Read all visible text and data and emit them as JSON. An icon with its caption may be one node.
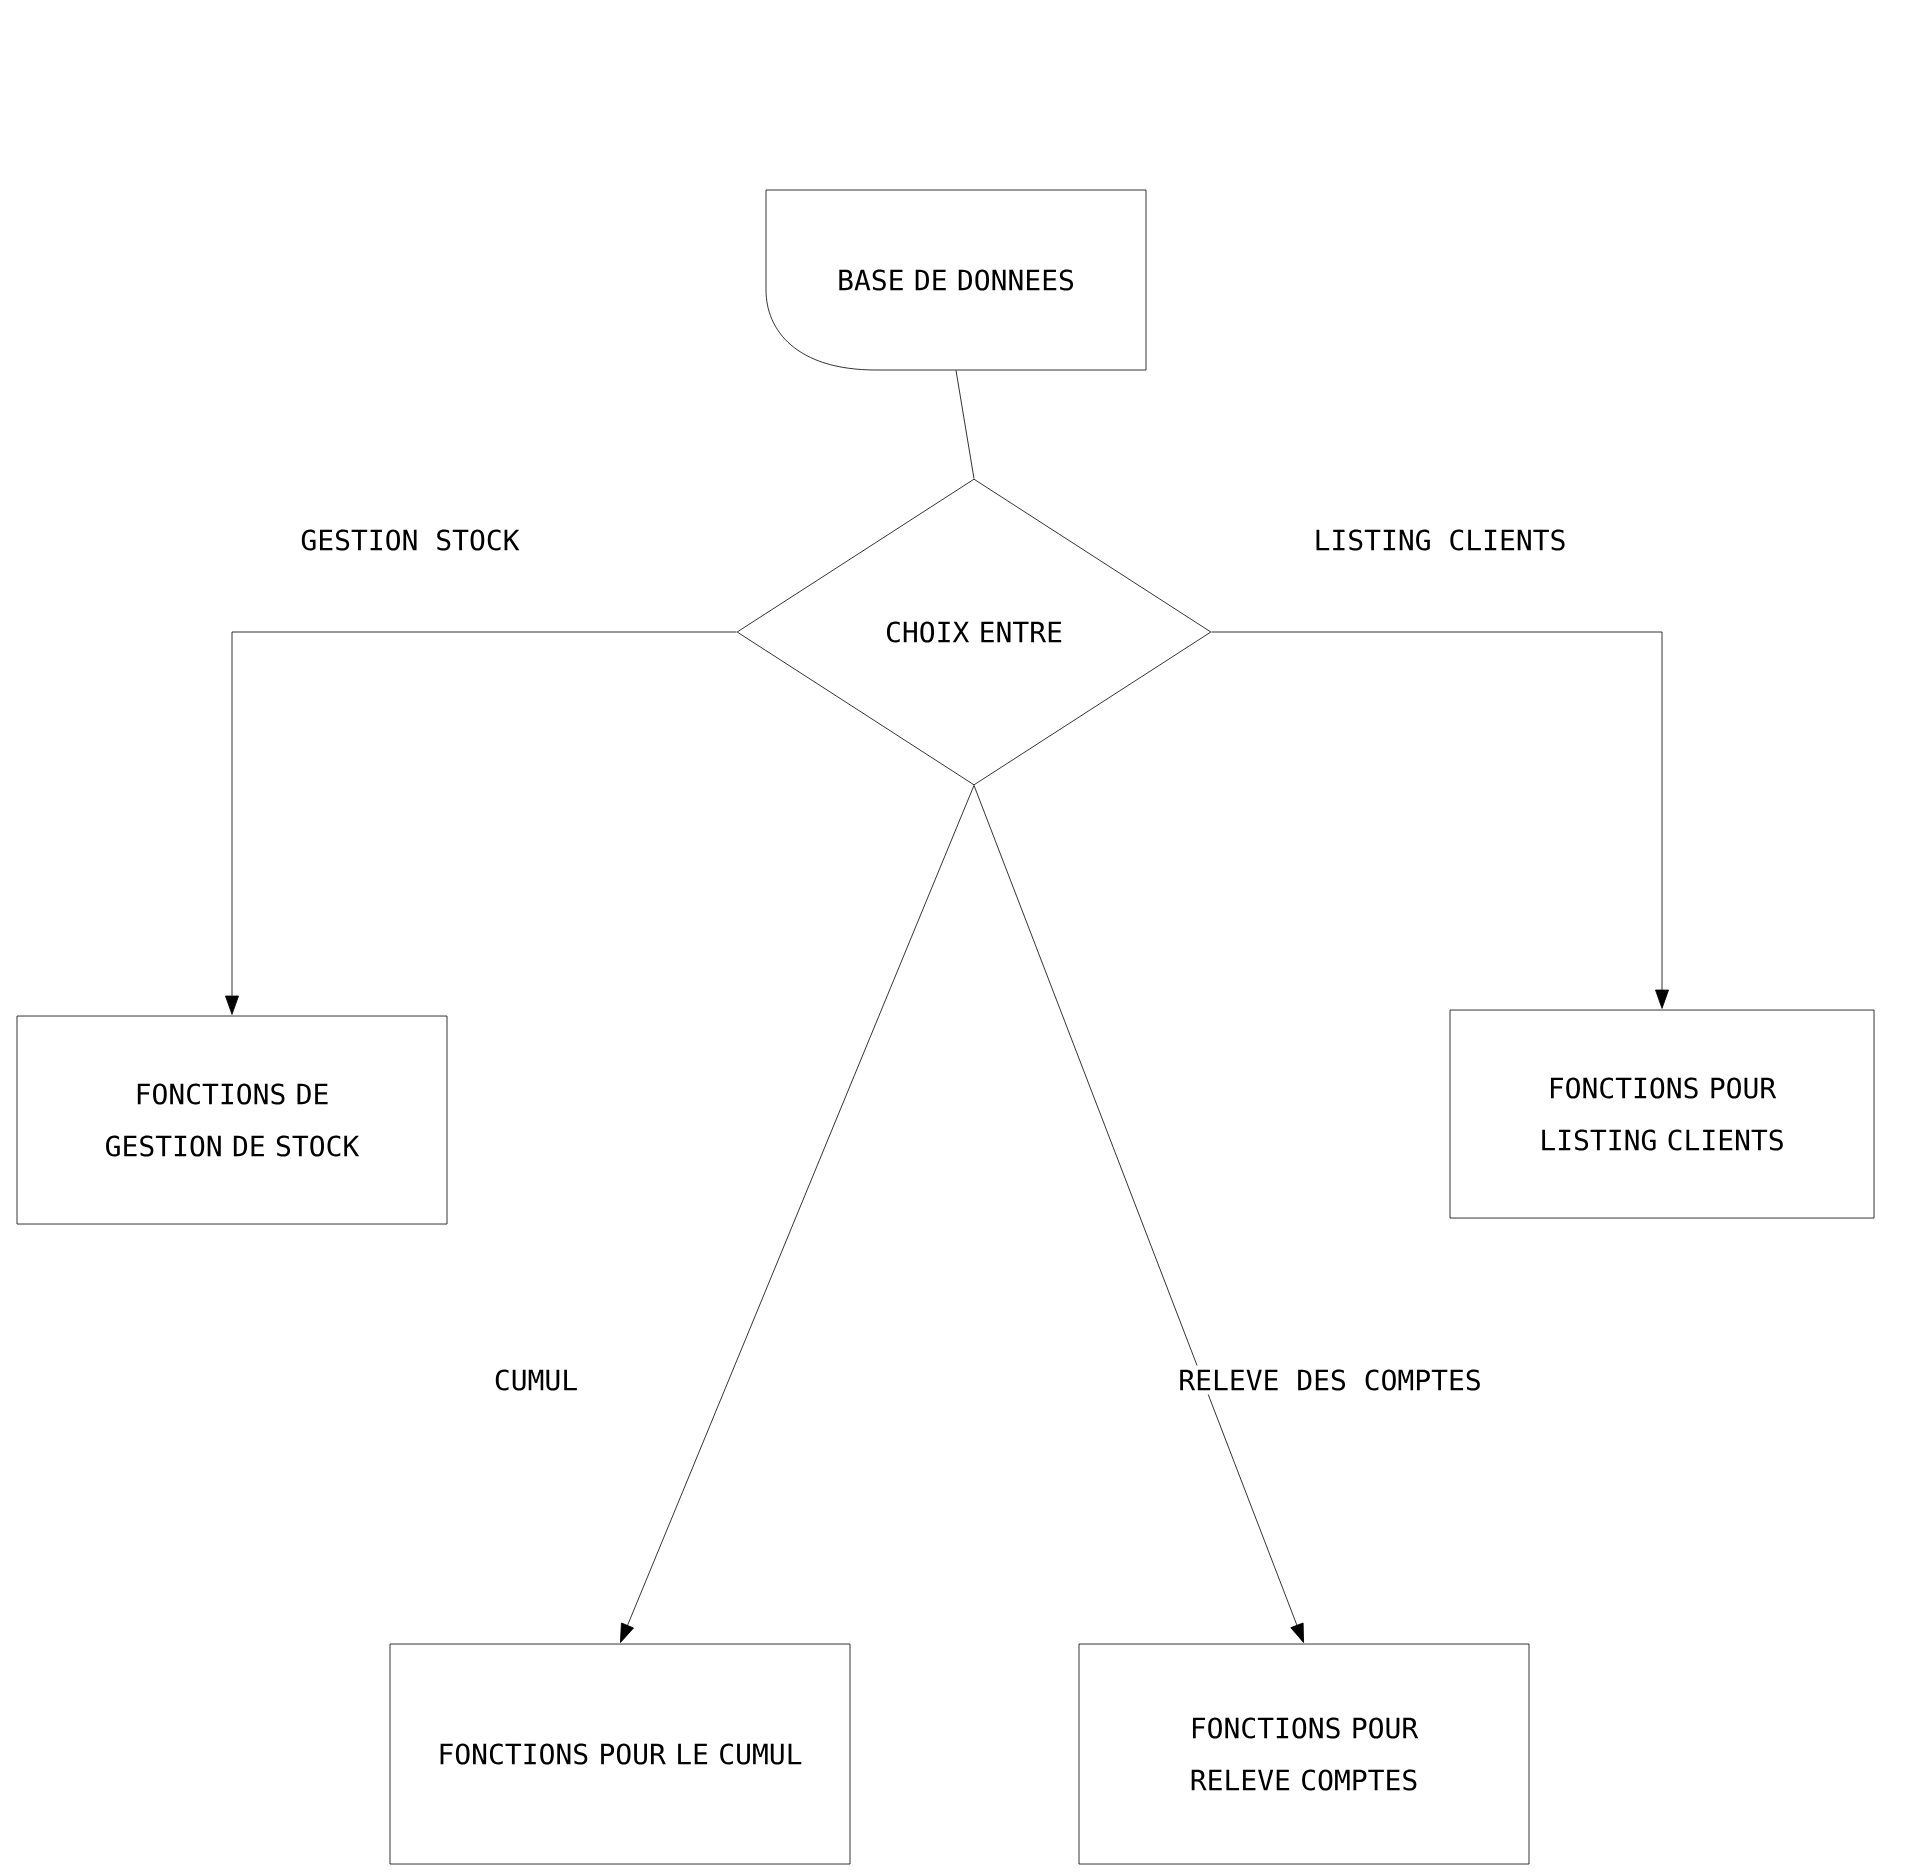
{
  "diagram": {
    "nodes": [
      {
        "text": [
          "BASE DE DONNEES"
        ]
      },
      {
        "text": [
          "CHOIX ENTRE"
        ]
      },
      {
        "text": [
          "FONCTIONS DE GESTION DE STOCK"
        ]
      },
      {
        "text": [
          "FONCTIONS POUR LISTING CLIENTS"
        ]
      },
      {
        "text": [
          "FONCTIONS POUR LE CUMUL"
        ]
      },
      {
        "text": [
          "FONCTIONS POUR RELEVE COMPTES"
        ]
      }
    ],
    "edges": [
      {
        "from": 0,
        "to": 1,
        "arrow": "none"
      },
      {
        "from": 1,
        "to": 2,
        "arrow": "to",
        "label": "GESTION STOCK"
      },
      {
        "from": 1,
        "to": 3,
        "arrow": "to",
        "label": "LISTING CLIENTS"
      },
      {
        "from": 1,
        "to": 4,
        "arrow": "to",
        "label": "CUMUL"
      },
      {
        "from": 1,
        "to": 5,
        "arrow": "to",
        "label": "RELEVE DES COMPTES"
      }
    ]
  }
}
